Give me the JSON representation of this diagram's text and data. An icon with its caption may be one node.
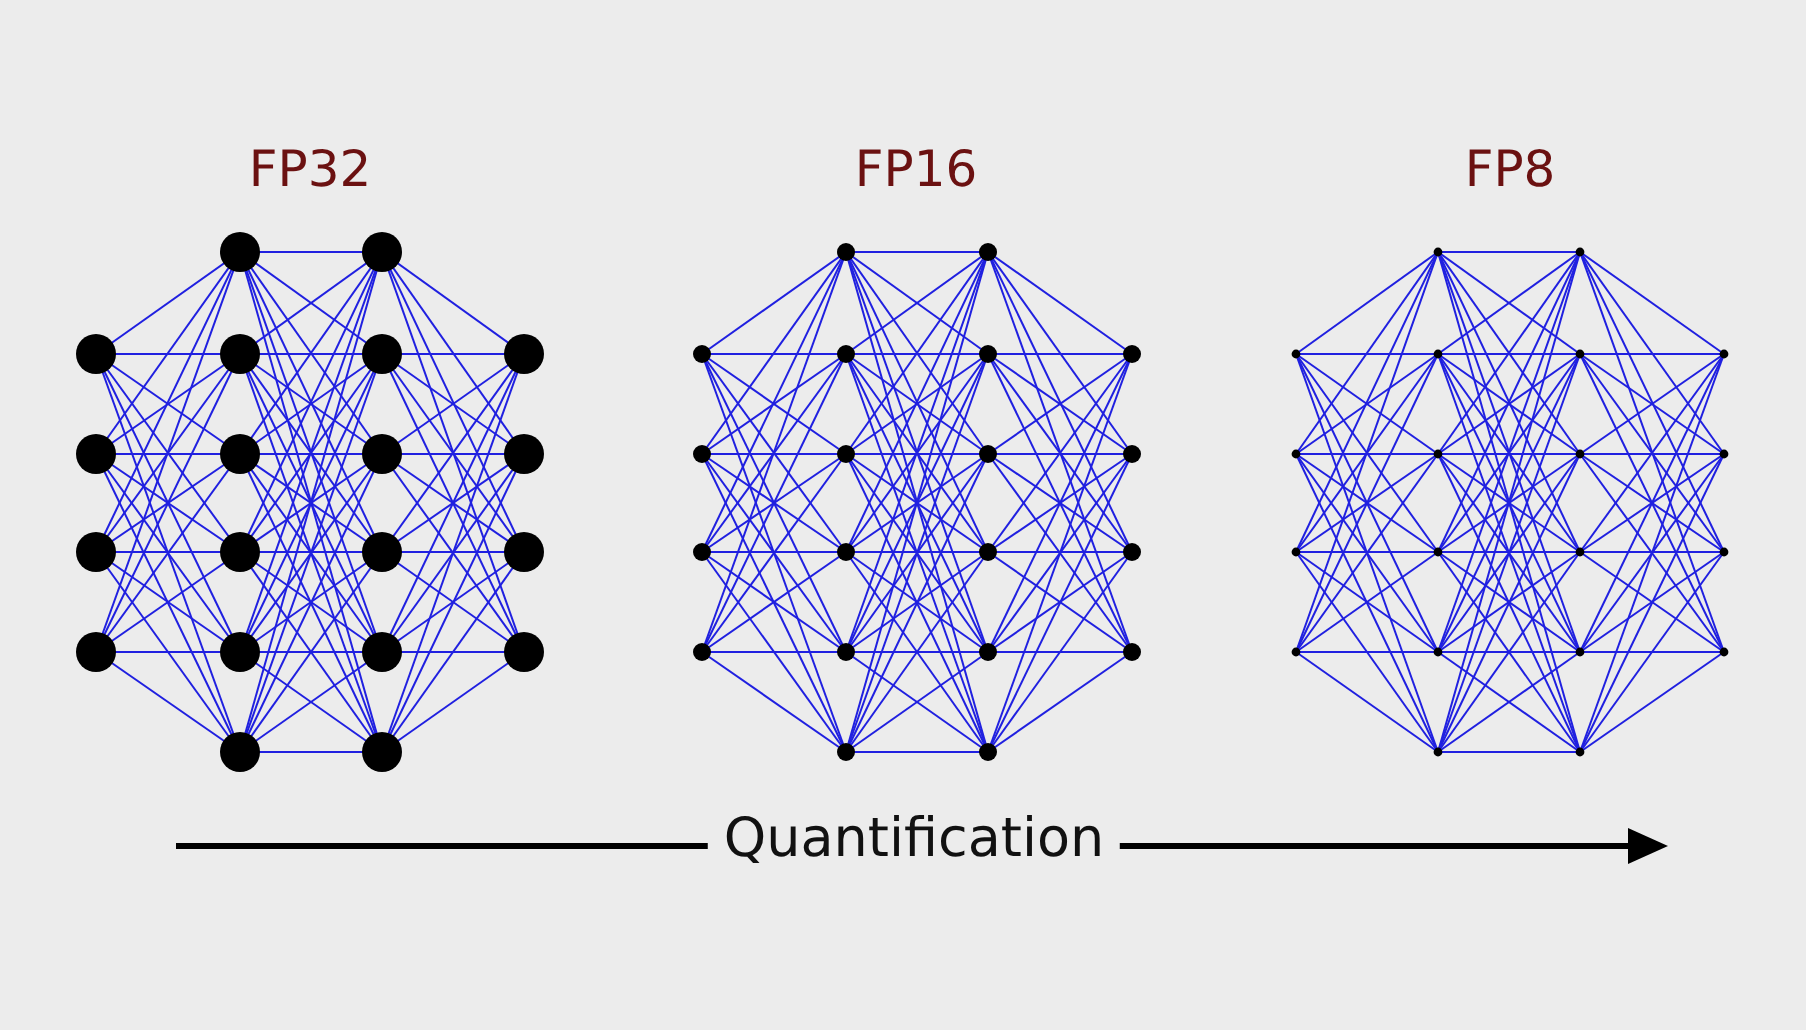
{
  "diagram": {
    "labels": [
      "FP32",
      "FP16",
      "FP8",
      "Quantification"
    ]
  }
}
